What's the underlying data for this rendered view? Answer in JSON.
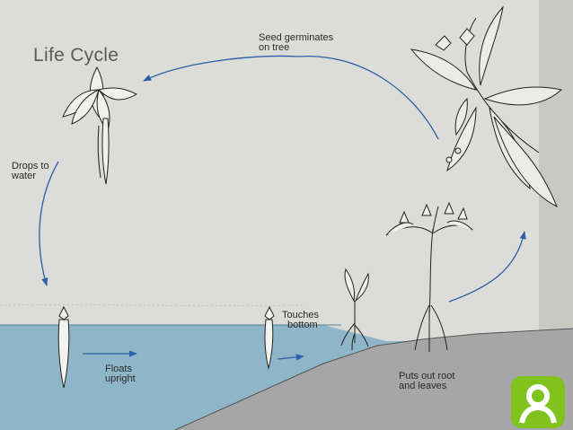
{
  "title": "Life Cycle",
  "labels": {
    "seed_germinates": [
      "Seed germinates",
      "on tree"
    ],
    "drops_to_water": [
      "Drops to",
      "water"
    ],
    "floats_upright": [
      "Floats",
      "upright"
    ],
    "touches_bottom": [
      "Touches",
      "bottom"
    ],
    "puts_out_root": [
      "Puts out root",
      "and leaves"
    ]
  },
  "colors": {
    "background": "#dcdcd8",
    "water": "#8fb6c8",
    "mud": "#a9a9a9",
    "arrow": "#2c5fa8",
    "logo": "#7fc31c"
  },
  "icons": [
    "mangrove-tree-icon",
    "seedling-icon",
    "propagule-icon",
    "logo-icon"
  ]
}
